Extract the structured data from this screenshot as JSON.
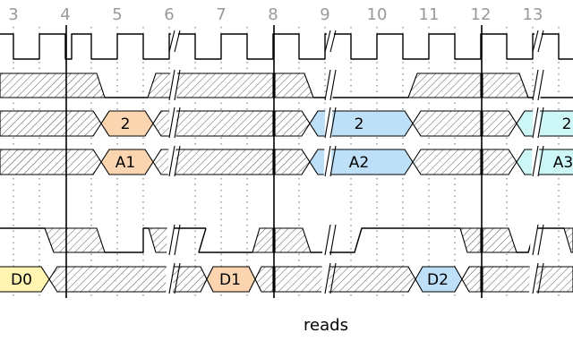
{
  "ticks": [
    "3",
    "4",
    "5",
    "6",
    "7",
    "8",
    "9",
    "10",
    "11",
    "12",
    "13"
  ],
  "rows": [
    {
      "values": [
        "2",
        "2",
        "2"
      ]
    },
    {
      "values": [
        "A1",
        "A2",
        "A3"
      ]
    },
    {
      "values": [
        "D0",
        "D1",
        "D2"
      ]
    }
  ],
  "caption": "reads",
  "colors": {
    "peach": "#fad5b0",
    "blue": "#bddff7",
    "cyan": "#cdf7f7",
    "yellow": "#fff5b0"
  }
}
